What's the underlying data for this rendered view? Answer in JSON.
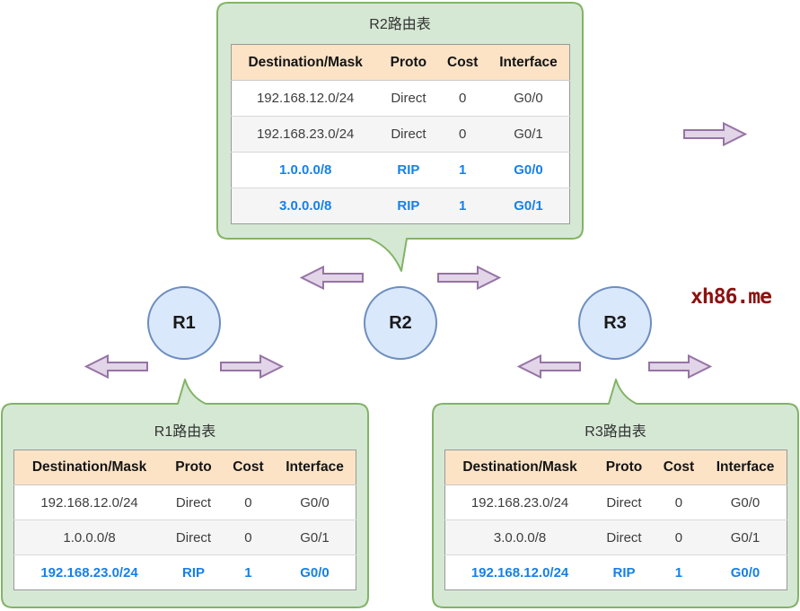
{
  "colors": {
    "callout_fill": "#d5e8d4",
    "callout_stroke": "#82b366",
    "header_fill": "#fce3c6",
    "row_alt": "#f5f5f5",
    "table_border": "#999999",
    "row_divider": "#d8d8d8",
    "text_dark": "#3d3d3d",
    "rip_blue": "#1780e8",
    "node_fill": "#dae8fc",
    "node_stroke": "#6c8ebf",
    "arrow_fill": "#e1d5e7",
    "arrow_stroke": "#9673a6",
    "watermark_red": "#8b1111"
  },
  "watermark": "xh86.me",
  "nodes": {
    "r1": "R1",
    "r2": "R2",
    "r3": "R3"
  },
  "tables": {
    "r2": {
      "title": "R2路由表",
      "headers": [
        "Destination/Mask",
        "Proto",
        "Cost",
        "Interface"
      ],
      "rows": [
        {
          "cells": [
            "192.168.12.0/24",
            "Direct",
            "0",
            "G0/0"
          ]
        },
        {
          "cells": [
            "192.168.23.0/24",
            "Direct",
            "0",
            "G0/1"
          ]
        },
        {
          "cells": [
            "1.0.0.0/8",
            "RIP",
            "1",
            "G0/0"
          ]
        },
        {
          "cells": [
            "3.0.0.0/8",
            "RIP",
            "1",
            "G0/1"
          ]
        }
      ]
    },
    "r1": {
      "title": "R1路由表",
      "headers": [
        "Destination/Mask",
        "Proto",
        "Cost",
        "Interface"
      ],
      "rows": [
        {
          "cells": [
            "192.168.12.0/24",
            "Direct",
            "0",
            "G0/0"
          ]
        },
        {
          "cells": [
            "1.0.0.0/8",
            "Direct",
            "0",
            "G0/1"
          ]
        },
        {
          "cells": [
            "192.168.23.0/24",
            "RIP",
            "1",
            "G0/0"
          ]
        }
      ]
    },
    "r3": {
      "title": "R3路由表",
      "headers": [
        "Destination/Mask",
        "Proto",
        "Cost",
        "Interface"
      ],
      "rows": [
        {
          "cells": [
            "192.168.23.0/24",
            "Direct",
            "0",
            "G0/0"
          ]
        },
        {
          "cells": [
            "3.0.0.0/8",
            "Direct",
            "0",
            "G0/1"
          ]
        },
        {
          "cells": [
            "192.168.12.0/24",
            "RIP",
            "1",
            "G0/0"
          ]
        }
      ]
    }
  }
}
